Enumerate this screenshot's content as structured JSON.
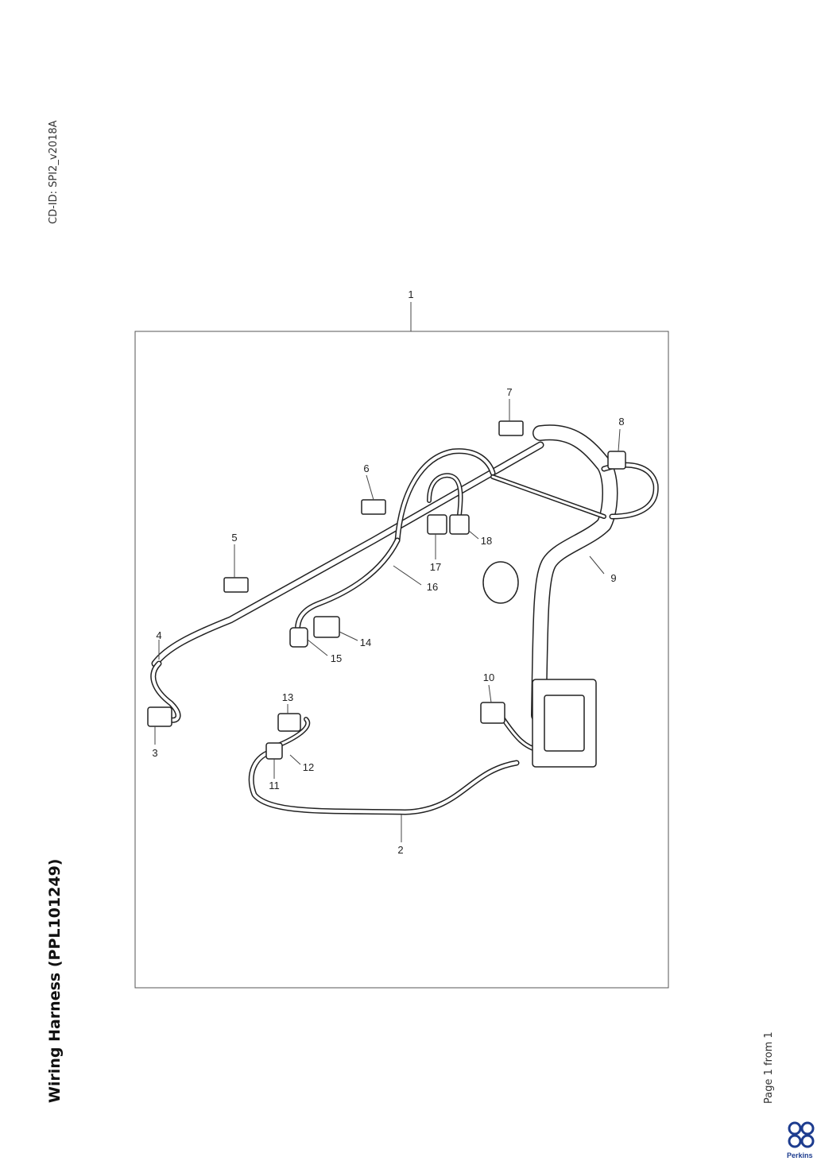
{
  "header": {
    "cd_id": "CD-ID: SPI2_v2018A"
  },
  "title": "Wiring Harness (PPL101249)",
  "footer": {
    "page": "Page 1 from 1",
    "brand": "Perkins"
  },
  "callouts": [
    "1",
    "2",
    "3",
    "4",
    "5",
    "6",
    "7",
    "8",
    "9",
    "10",
    "11",
    "12",
    "13",
    "14",
    "15",
    "16",
    "17",
    "18"
  ]
}
